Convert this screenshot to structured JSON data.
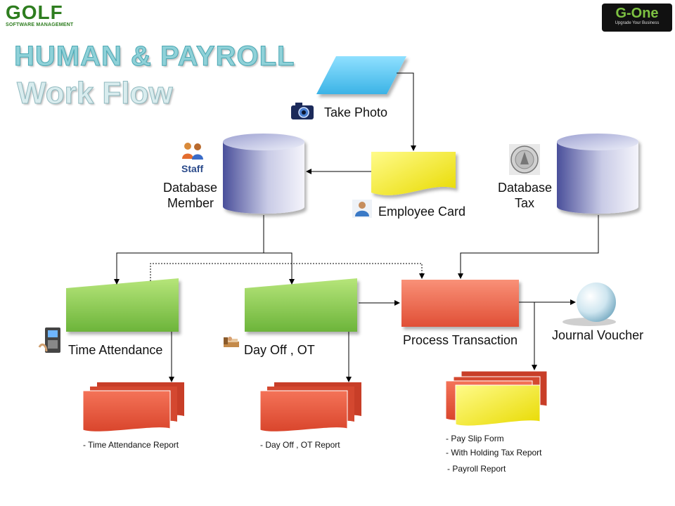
{
  "logos": {
    "golf_word": "GOLF",
    "golf_sub": "SOFTWARE MANAGEMENT",
    "gone_word": "G-One",
    "gone_sub": "Upgrade Your Business"
  },
  "title": {
    "line1": "HUMAN & PAYROLL",
    "line2": "Work Flow"
  },
  "nodes": {
    "take_photo": "Take Photo",
    "employee_card": "Employee Card",
    "staff_icon_label": "Staff",
    "database_member_line1": "Database",
    "database_member_line2": "Member",
    "database_tax_line1": "Database",
    "database_tax_line2": "Tax",
    "time_attendance": "Time Attendance",
    "day_off_ot": "Day Off , OT",
    "process_transaction": "Process Transaction",
    "journal_voucher": "Journal Voucher"
  },
  "reports": {
    "time_attendance_report": "- Time Attendance  Report",
    "day_off_ot_report": "- Day  Off  , OT Report",
    "pay_slip_form": "- Pay Slip Form",
    "with_holding_tax_report": "- With Holding Tax Report",
    "payroll_report": "- Payroll Report"
  },
  "colors": {
    "data_input": "#5ec8f0",
    "document_yellow": "#f5e800",
    "database": "#8a8ec4",
    "manual_input_green": "#8fcc4f",
    "process_red": "#f06a50",
    "report_red": "#e8563c"
  }
}
